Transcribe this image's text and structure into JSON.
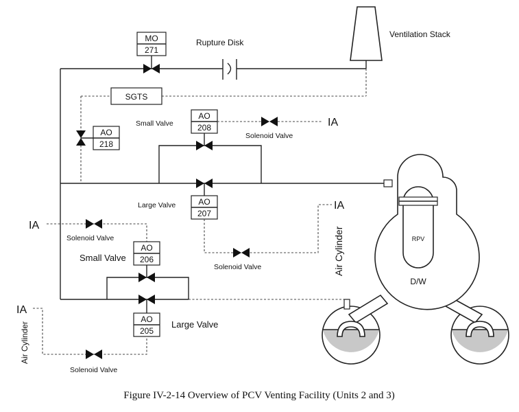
{
  "figure": {
    "caption": "Figure IV-2-14    Overview of PCV Venting Facility (Units 2 and 3)"
  },
  "labels": {
    "mo271": {
      "top": "MO",
      "bottom": "271"
    },
    "ao218": {
      "top": "AO",
      "bottom": "218"
    },
    "ao208": {
      "top": "AO",
      "bottom": "208"
    },
    "ao207": {
      "top": "AO",
      "bottom": "207"
    },
    "ao206": {
      "top": "AO",
      "bottom": "206"
    },
    "ao205": {
      "top": "AO",
      "bottom": "205"
    },
    "sgts": "SGTS",
    "rupture_disk": "Rupture Disk",
    "ventilation_stack": "Ventilation Stack",
    "small_valve_208": "Small Valve",
    "solenoid_208": "Solenoid Valve",
    "ia_208": "IA",
    "large_valve_207": "Large Valve",
    "ia_207": "IA",
    "air_cylinder_207": "Air Cylinder",
    "solenoid_207": "Solenoid Valve",
    "ia_206": "IA",
    "solenoid_206": "Solenoid Valve",
    "small_valve_206": "Small Valve",
    "large_valve_205": "Large Valve",
    "ia_205": "IA",
    "air_cylinder_205": "Air Cylinder",
    "solenoid_205": "Solenoid Valve",
    "rpv": "RPV",
    "dw": "D/W"
  }
}
